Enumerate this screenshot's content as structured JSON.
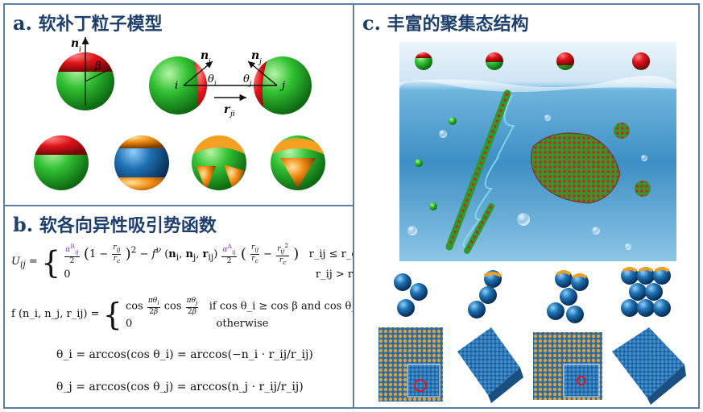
{
  "panel_a": {
    "letter": "a.",
    "title": "软补丁粒子模型"
  },
  "panel_b": {
    "letter": "b.",
    "title": "软各向异性吸引势函数",
    "U_lhs": "U",
    "U_sub": "ij",
    "U_case1_cond": "r_ij ≤ r_c",
    "U_case2_val": "0",
    "U_case2_cond": "r_ij > r_c",
    "f_lhs": "f (n_i, n_j, r_ij) =",
    "f_case1_cond": "if cos θ_i ≥ cos β and cos θ_j ≥ cos β",
    "f_case2_val": "0",
    "f_case2_cond": "otherwise",
    "theta_i_eq": "θ_i = arccos(cos θ_i) = arccos(−n_i · r_ij/r_ij)",
    "theta_j_eq": "θ_j = arccos(cos θ_j) = arccos(n_j · r_ij/r_ij)"
  },
  "panel_c": {
    "letter": "c.",
    "title": "丰富的聚集态结构"
  },
  "colors": {
    "frame": "#5a7fa8",
    "title": "#1f3f6b",
    "green": "#2fb52f",
    "red": "#e0141b",
    "blue": "#1d6fb0",
    "orange": "#f08a12",
    "water": "#6fb6de"
  }
}
